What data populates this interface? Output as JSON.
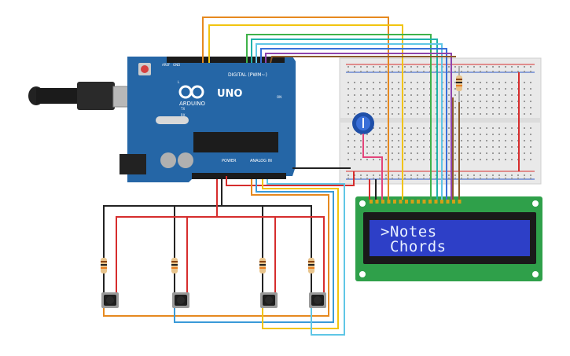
{
  "board": {
    "brand": "ARDUINO",
    "model": "UNO",
    "digital_label": "DIGITAL (PWM~)",
    "power_label": "POWER",
    "analog_label": "ANALOG IN",
    "on_label": "ON",
    "tx_label": "TX",
    "rx_label": "RX",
    "l_label": "L",
    "aref_label": "AREF",
    "gnd_label": "GND"
  },
  "lcd": {
    "line1": ">Notes",
    "line2": " Chords"
  },
  "colors": {
    "board": "#2566a6",
    "lcd_pcb": "#2fa04a",
    "lcd_screen": "#2d3fc7",
    "breadboard": "#e9e9e9",
    "wire_orange": "#e6891f",
    "wire_yellow": "#f1c40f",
    "wire_green": "#3fb24a",
    "wire_teal": "#20b2aa",
    "wire_blue": "#3a6fd8",
    "wire_purple": "#8e44ad",
    "wire_red": "#d62d2d",
    "wire_black": "#222222",
    "wire_brown": "#8b5a2b",
    "wire_lightblue": "#5fc6e6",
    "wire_pink": "#e3447a"
  },
  "components": {
    "buttons": 4,
    "resistors": 5,
    "potentiometers": 1
  }
}
